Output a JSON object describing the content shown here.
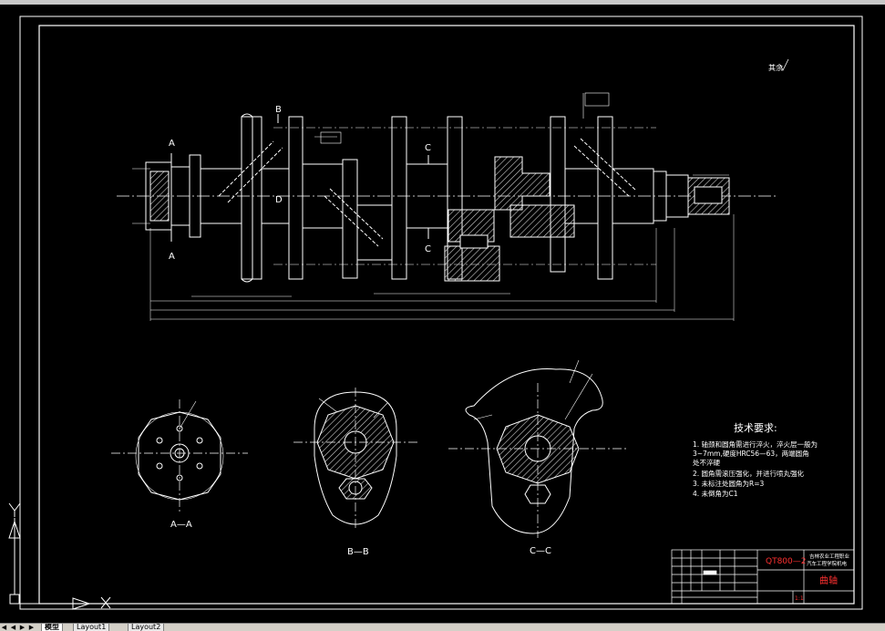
{
  "views": {
    "section_aa": "A—A",
    "section_bb": "B—B",
    "section_cc": "C—C",
    "marker_a": "A",
    "marker_b": "B",
    "marker_c": "C",
    "marker_d": "D"
  },
  "roughness_note": "其余",
  "tech_requirements": {
    "title": "技术要求:",
    "items": [
      "1.   轴颈和圆角需进行淬火，淬火层一般为",
      "      3~7mm,硬度HRC56—63，两端圆角",
      "      处不淬硬",
      "2.   圆角需滚压强化，并进行喷丸强化",
      "3.   未标注处圆角为R=3",
      "4.   未倒角为C1"
    ]
  },
  "title_block": {
    "material": "QT800—2",
    "school": "吉林农业工程职业",
    "school2": "汽车工程学院机电",
    "part_name": "曲轴",
    "ratio": "1:1"
  },
  "ucs": {
    "y": "Y",
    "x": "X"
  },
  "tabs": {
    "model": "模型",
    "layout1": "Layout1",
    "layout2": "Layout2"
  },
  "colors": {
    "background": "#000000",
    "lines": "#ffffff",
    "hatch": "#d0d0d0",
    "accent": "#ff3030",
    "tabbar": "#d4d0c8"
  }
}
